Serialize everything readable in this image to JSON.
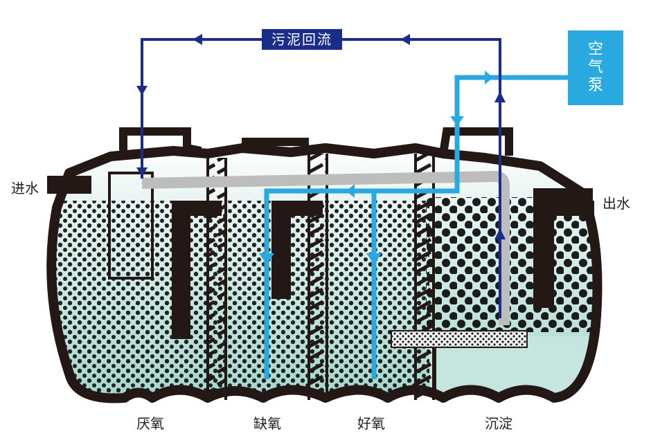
{
  "labels": {
    "sludge_return": "污泥回流",
    "air_pump": [
      "空",
      "气",
      "泵"
    ],
    "inlet": "进水",
    "outlet": "出水",
    "zones": [
      "厌氧",
      "缺氧",
      "好氧",
      "沉淀"
    ]
  },
  "colors": {
    "return_line": "#1b2d8a",
    "air_line": "#2aa8e0",
    "tank_outline": "#231815",
    "water_fill": "#bfe3dc",
    "gray_pipe": "#bdbdbd"
  }
}
